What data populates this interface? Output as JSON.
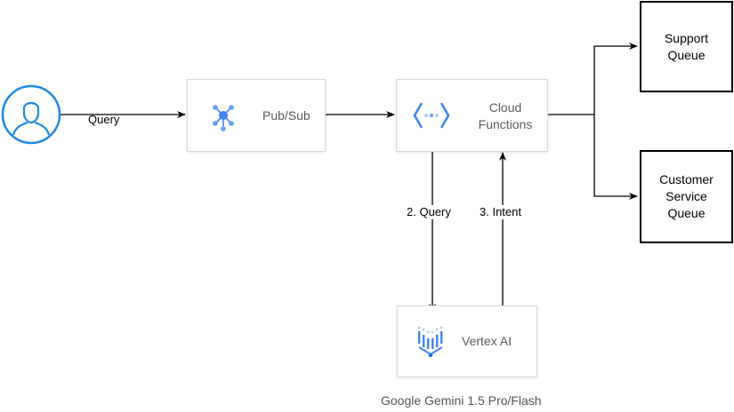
{
  "nodes": {
    "user": {
      "icon": "user-icon"
    },
    "pubsub": {
      "label": "Pub/Sub",
      "icon": "pubsub-icon"
    },
    "cloud_functions": {
      "label_line1": "Cloud",
      "label_line2": "Functions",
      "icon": "cloud-functions-icon"
    },
    "vertex_ai": {
      "label": "Vertex AI",
      "icon": "vertex-ai-icon"
    },
    "support_queue": {
      "label_line1": "Support",
      "label_line2": "Queue"
    },
    "customer_service_queue": {
      "label_line1": "Customer",
      "label_line2": "Service",
      "label_line3": "Queue"
    }
  },
  "edges": {
    "user_to_pubsub": "Query",
    "functions_to_vertex": "2. Query",
    "vertex_to_functions": "3. Intent"
  },
  "caption": "Google Gemini 1.5 Pro/Flash",
  "colors": {
    "blue": "#4285F4",
    "user_blue": "#1e88e5",
    "line": "#000000"
  }
}
